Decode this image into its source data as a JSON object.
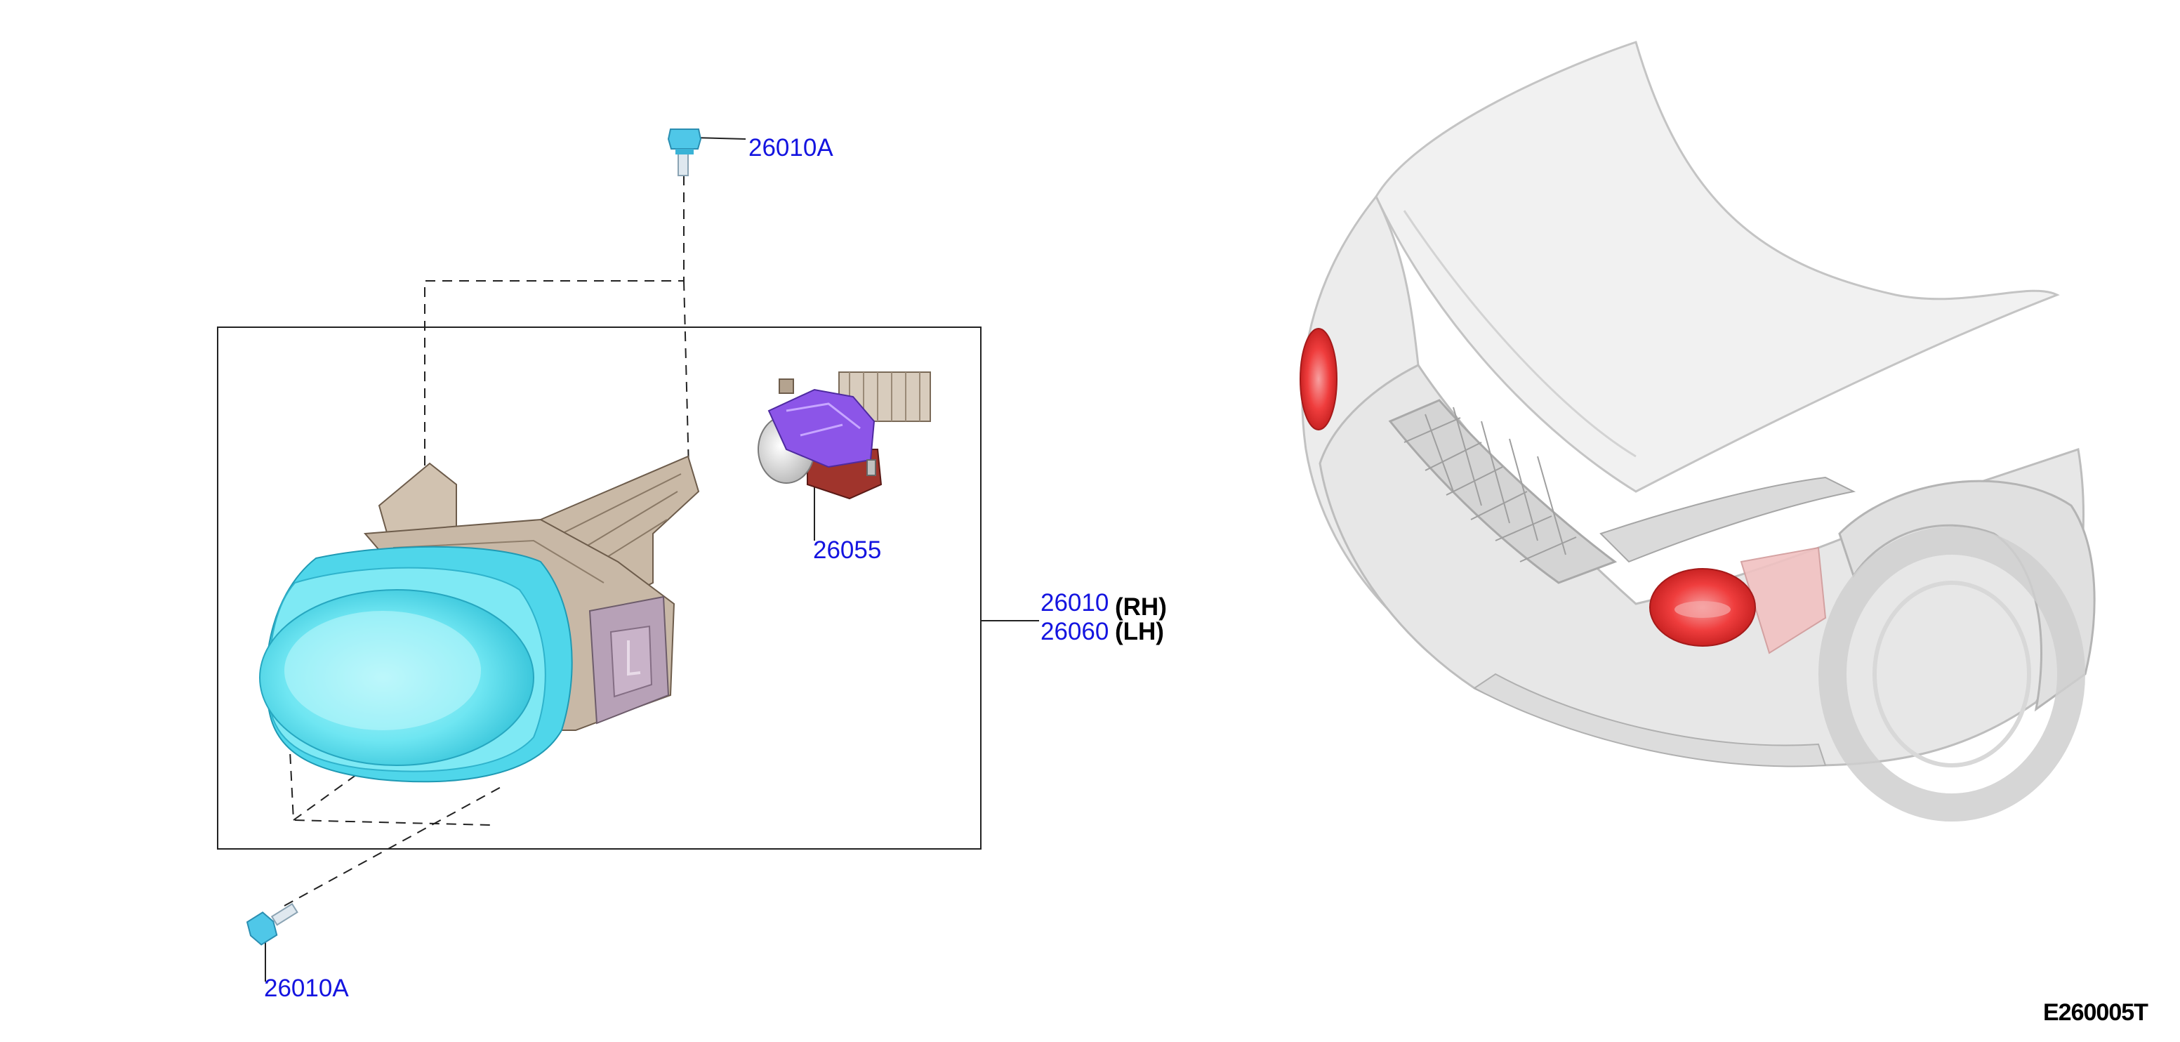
{
  "parts": {
    "bolt_top": {
      "number": "26010A"
    },
    "bolt_bottom": {
      "number": "26010A"
    },
    "sub_lamp": {
      "number": "26055"
    },
    "lamp_rh": {
      "number": "26010",
      "side": "(RH)"
    },
    "lamp_lh": {
      "number": "26060",
      "side": "(LH)"
    }
  },
  "diagram_ref": "E260005T",
  "colors": {
    "callout_text": "#1414e0",
    "lens": "#6fe6f2",
    "housing": "#c8b8a6",
    "bulb_module": "#8c55e8",
    "location_highlight": "#e63030",
    "vehicle_ghost": "#e4e4e4",
    "leader_line": "#000000"
  }
}
